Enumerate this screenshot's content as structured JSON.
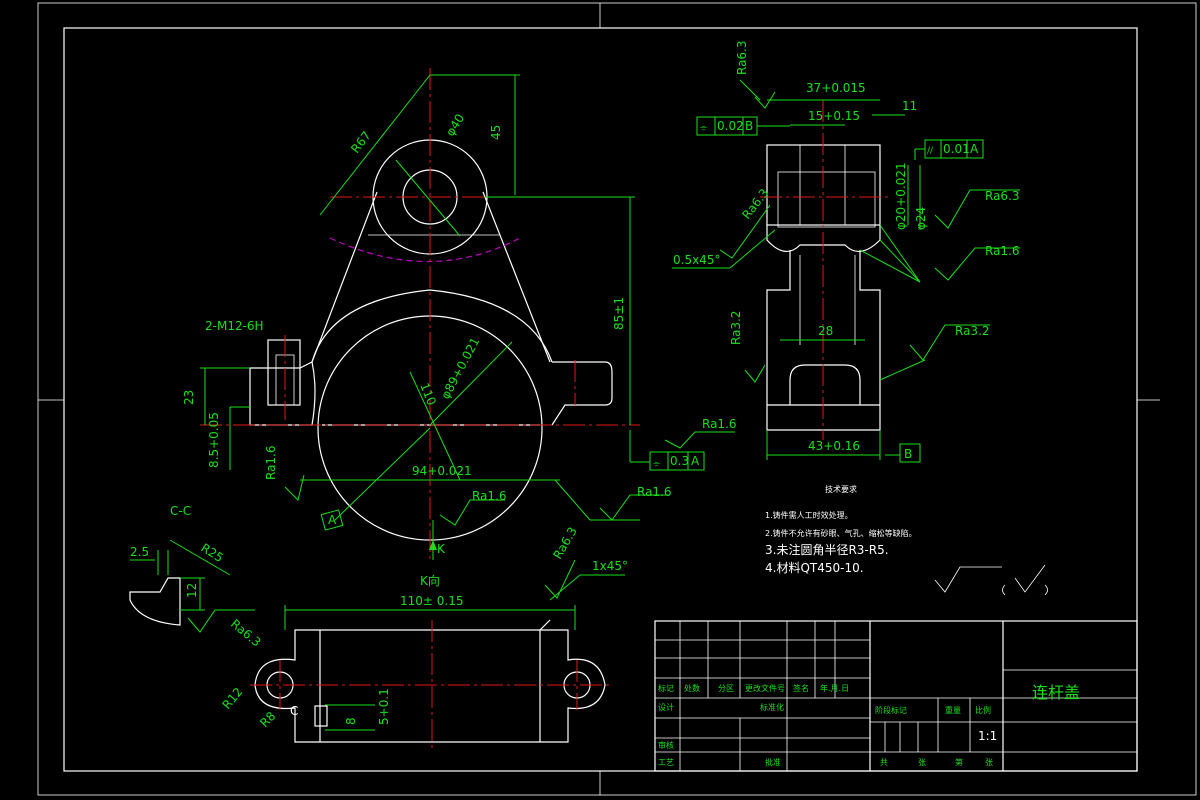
{
  "drawing": {
    "part_name": "连杆盖",
    "scale": "1:1",
    "material": "QT450-10"
  },
  "section_labels": {
    "cc_label": "C-C",
    "k_view": "K向",
    "k_arrow": "K",
    "datum_a": "A",
    "datum_b": "B",
    "section_c": "C"
  },
  "dimensions": {
    "r67": "R67",
    "d40": "φ40",
    "h45": "45",
    "h85": "85±1",
    "thread": "2-M12-6H",
    "h23": "23",
    "h8_5": "8.5+0.05",
    "d110": "110",
    "d89": "φ89+0.021",
    "w94": "94+0.021",
    "w37": "37+0.015",
    "w15": "15+0.15",
    "w11": "11",
    "d20": "φ20+0.021",
    "d24": "φ24",
    "w28": "28",
    "w43": "43+0.16",
    "chamfer_05": "0.5x45°",
    "chamfer_1": "1x45°",
    "w110": "110± 0.15",
    "r12": "R12",
    "r8": "R8",
    "h8": "8",
    "h5": "5+0.1",
    "w2_5": "2.5",
    "r25": "R25",
    "h12": "12"
  },
  "tolerances": {
    "sym_left": {
      "symbol": "⌯",
      "value": "0.3",
      "datum": "A"
    },
    "sym_top": {
      "symbol": "⌯",
      "value": "0.02",
      "datum": "B"
    },
    "par_right": {
      "symbol": "//",
      "value": "0.01",
      "datum": "A"
    }
  },
  "roughness": {
    "ra63_top": "Ra6.3",
    "ra63_left": "Ra6.3",
    "ra63_right": "Ra6.3",
    "ra16_right": "Ra1.6",
    "ra32_left": "Ra3.2",
    "ra32_right": "Ra3.2",
    "ra16_a": "Ra1.6",
    "ra16_b": "Ra1.6",
    "ra16_c": "Ra1.6",
    "ra16_d": "Ra1.6",
    "ra63_k": "Ra6.3",
    "ra63_cc": "Ra6.3"
  },
  "tech_requirements": {
    "title": "技术要求",
    "items": [
      "1.铸件需人工时效处理。",
      "2.铸件不允许有砂眼、气孔、缩松等缺陷。",
      "3.未注圆角半径R3-R5.",
      "4.材料QT450-10."
    ]
  },
  "title_block": {
    "row_labels": [
      "标记",
      "处数",
      "分区",
      "更改文件号",
      "签名",
      "年.月.日"
    ],
    "design": "设计",
    "standard": "标准化",
    "review": "审核",
    "process": "工艺",
    "approve": "批准",
    "stage": "阶段标记",
    "weight": "重量",
    "scale_label": "比例",
    "sheets_total": "共",
    "sheet": "张",
    "sheet_no": "第",
    "sheets": "张"
  }
}
